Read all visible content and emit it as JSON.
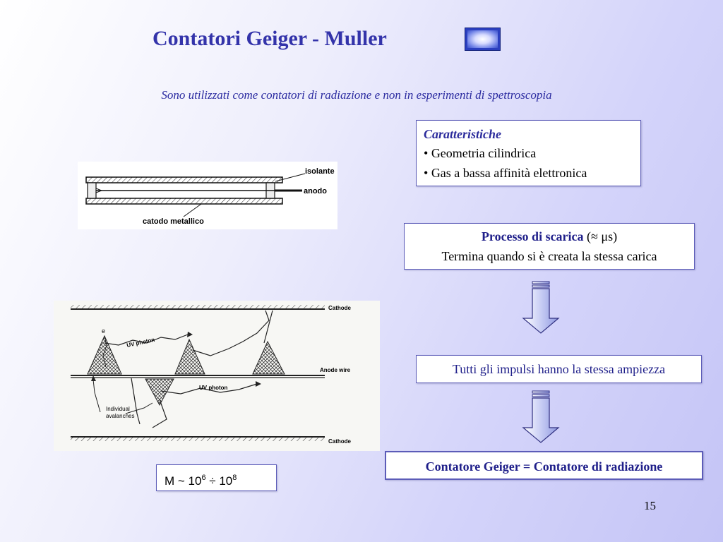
{
  "slide": {
    "title": "Contatori Geiger - Muller",
    "subtitle": "Sono utilizzati come contatori di radiazione e non in esperimenti di spettroscopia",
    "page_number": "15"
  },
  "features": {
    "heading": "Caratteristiche",
    "items": [
      "Geometria cilindrica",
      "Gas a bassa affinità elettronica"
    ],
    "bullet": "•"
  },
  "discharge": {
    "label": "Processo di scarica",
    "timescale": "(≈ μs)",
    "text": "Termina quando si è creata la stessa carica"
  },
  "pulses": {
    "text": "Tutti gli impulsi hanno la stessa ampiezza"
  },
  "conclusion": {
    "text": "Contatore Geiger = Contatore di radiazione"
  },
  "multiplication": {
    "prefix": "M ~ 10",
    "exp_low": "6",
    "separator": " ÷ 10",
    "exp_high": "8"
  },
  "figure_tube": {
    "label_insulator": "isolante",
    "label_anode": "anodo",
    "label_cathode": "catodo metallico"
  },
  "figure_avalanche": {
    "label_cathode_top": "Cathode",
    "label_cathode_bottom": "Cathode",
    "label_anode_wire": "Anode wire",
    "label_uv_1": "UV photon",
    "label_uv_2": "UV photon",
    "label_avalanches_1": "Individual",
    "label_avalanches_2": "avalanches",
    "label_electron": "e"
  },
  "colors": {
    "title": "#3333aa",
    "box_border": "#5c5cb8",
    "arrow_fill": "#c8cdf4",
    "nav_button": "#2b3fbf"
  },
  "icons": {
    "nav_button": "slide-nav-icon",
    "arrows": "down-arrow-icon"
  }
}
